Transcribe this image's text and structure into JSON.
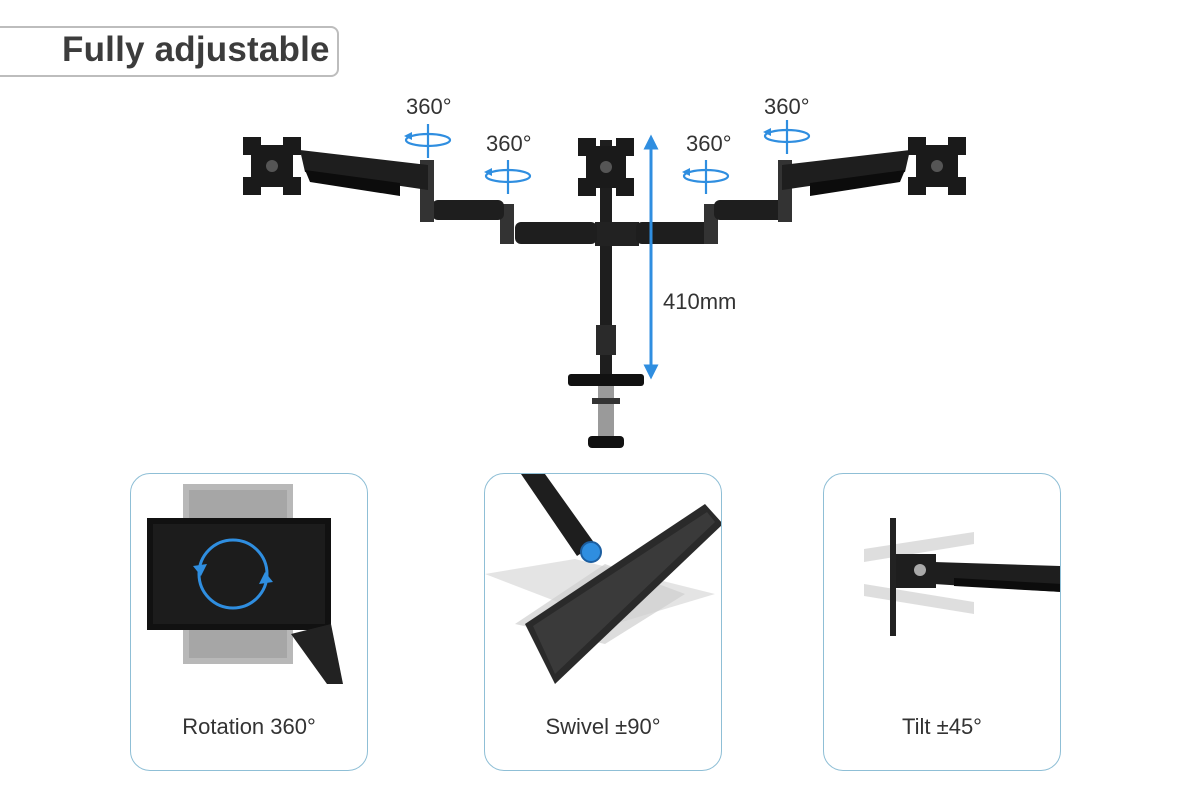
{
  "title": "Fully adjustable",
  "rotation_labels": [
    "360°",
    "360°",
    "360°",
    "360°"
  ],
  "height_label": "410mm",
  "features": [
    {
      "label": "Rotation 360°"
    },
    {
      "label": "Swivel ±90°"
    },
    {
      "label": "Tilt ±45°"
    }
  ],
  "colors": {
    "accent": "#2f8ee0",
    "card_border": "#8fbfd6",
    "mount": "#1e1e1e"
  }
}
